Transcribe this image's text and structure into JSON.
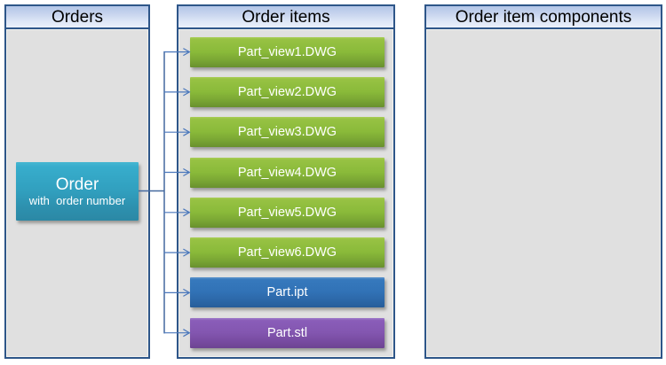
{
  "panels": {
    "orders": {
      "title": "Orders"
    },
    "order_items": {
      "title": "Order items"
    },
    "order_item_components": {
      "title": "Order item components"
    }
  },
  "order_box": {
    "title": "Order",
    "subtitle": "with  order number"
  },
  "order_items": [
    {
      "label": "Part_view1.DWG",
      "color": "green"
    },
    {
      "label": "Part_view2.DWG",
      "color": "green"
    },
    {
      "label": "Part_view3.DWG",
      "color": "green"
    },
    {
      "label": "Part_view4.DWG",
      "color": "green"
    },
    {
      "label": "Part_view5.DWG",
      "color": "green"
    },
    {
      "label": "Part_view6.DWG",
      "color": "green"
    },
    {
      "label": "Part.ipt",
      "color": "blue"
    },
    {
      "label": "Part.stl",
      "color": "purple"
    }
  ],
  "colors": {
    "panel_border": "#2e5689",
    "panel_body": "#e0e0e0",
    "header_gradient_top": "#b2c5e7",
    "header_gradient_bottom": "#ebf0fb",
    "item_green": "#8cba3c",
    "item_blue": "#3172b6",
    "item_purple": "#8356b0",
    "order_teal": "#33a3c3",
    "connector": "#44699f",
    "branch": "#4a77bb",
    "text_on_shapes": "#ffffff",
    "title_text": "#000000"
  }
}
